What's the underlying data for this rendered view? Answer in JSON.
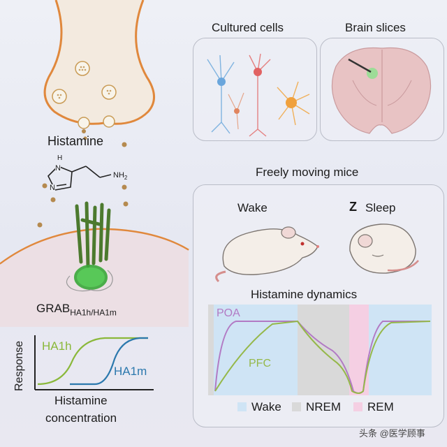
{
  "histamine_label": "Histamine",
  "molecule_atoms": {
    "h": "H",
    "n1": "N",
    "n2": "N",
    "nh2": "NH",
    "sub2": "2"
  },
  "sensor": {
    "prefix": "GRAB",
    "subscript": "HA1h/HA1m"
  },
  "response_plot": {
    "ylabel": "Response",
    "xlabel_line1": "Histamine",
    "xlabel_line2": "concentration",
    "curve1": "HA1h",
    "curve2": "HA1m",
    "colors": {
      "HA1h": "#8ab83a",
      "HA1m": "#2b78ad"
    }
  },
  "panels": {
    "cultured_cells": "Cultured cells",
    "brain_slices": "Brain slices",
    "freely_moving": "Freely moving mice",
    "wake": "Wake",
    "sleep": "Sleep",
    "sleep_z": "Z"
  },
  "dynamics": {
    "title": "Histamine dynamics",
    "poa": "POA",
    "pfc": "PFC",
    "legend": {
      "wake": "Wake",
      "nrem": "NREM",
      "rem": "REM"
    },
    "colors": {
      "wake": "#cfe4f5",
      "nrem": "#d9d9d9",
      "rem": "#f5cfe3",
      "poa": "#b27ac4",
      "pfc": "#95b84a"
    }
  },
  "watermark": "头条 @医学顾事"
}
